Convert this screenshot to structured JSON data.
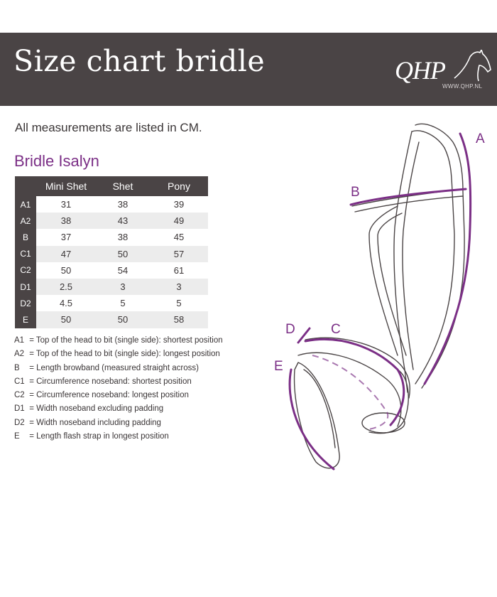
{
  "header": {
    "title": "Size chart bridle",
    "logo_text": "QHP",
    "logo_url": "WWW.QHP.NL"
  },
  "intro": "All measurements are listed in CM.",
  "product_name": "Bridle Isalyn",
  "table": {
    "columns": [
      "Mini Shet",
      "Shet",
      "Pony"
    ],
    "rows": [
      {
        "code": "A1",
        "values": [
          "31",
          "38",
          "39"
        ]
      },
      {
        "code": "A2",
        "values": [
          "38",
          "43",
          "49"
        ]
      },
      {
        "code": "B",
        "values": [
          "37",
          "38",
          "45"
        ]
      },
      {
        "code": "C1",
        "values": [
          "47",
          "50",
          "57"
        ]
      },
      {
        "code": "C2",
        "values": [
          "50",
          "54",
          "61"
        ]
      },
      {
        "code": "D1",
        "values": [
          "2.5",
          "3",
          "3"
        ]
      },
      {
        "code": "D2",
        "values": [
          "4.5",
          "5",
          "5"
        ]
      },
      {
        "code": "E",
        "values": [
          "50",
          "50",
          "58"
        ]
      }
    ]
  },
  "legend": [
    {
      "code": "A1",
      "text": "= Top of the head to bit (single side): shortest position"
    },
    {
      "code": "A2",
      "text": "= Top of the head to bit (single side): longest position"
    },
    {
      "code": "B",
      "text": "= Length browband (measured straight across)"
    },
    {
      "code": "C1",
      "text": "= Circumference noseband: shortest position"
    },
    {
      "code": "C2",
      "text": "= Circumference noseband: longest position"
    },
    {
      "code": "D1",
      "text": "= Width noseband excluding padding"
    },
    {
      "code": "D2",
      "text": "= Width noseband including padding"
    },
    {
      "code": "E",
      "text": "= Length flash strap in longest position"
    }
  ],
  "diagram_labels": {
    "a": "A",
    "b": "B",
    "c": "C",
    "d": "D",
    "e": "E"
  },
  "colors": {
    "banner": "#4a4445",
    "accent": "#7b2f86",
    "text": "#3a3536",
    "row_alt": "#ececec"
  }
}
